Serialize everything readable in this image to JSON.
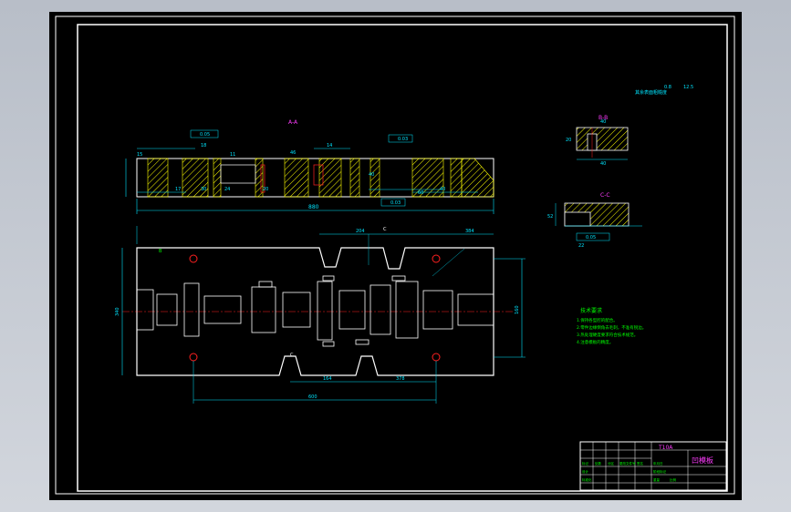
{
  "colors": {
    "background": "#000000",
    "frame": "#ffffff",
    "dimension": "#00e5ff",
    "hatch": "#ffff00",
    "notes": "#00ff00",
    "title_text": "#ff3cff",
    "center_line": "#ff2020"
  },
  "views": {
    "section_a": {
      "title": "A-A",
      "tolerances": [
        "0.05",
        "0.03",
        "0.03"
      ],
      "dims": [
        "15",
        "18",
        "11",
        "17",
        "46",
        "14",
        "30",
        "40",
        "24",
        "60",
        "20",
        "40"
      ],
      "overall_length": "880"
    },
    "section_b": {
      "title": "B-B",
      "dims": [
        "40",
        "20",
        "40"
      ]
    },
    "section_c": {
      "title": "C-C",
      "dims": [
        "52",
        "22",
        "0.05"
      ]
    },
    "plan_view": {
      "dims_top": [
        "204",
        "384"
      ],
      "dims_bottom": [
        "164",
        "378"
      ],
      "dim_overall": "600",
      "dim_right": "160",
      "dim_left": "340",
      "labels": [
        "C",
        "C",
        "B"
      ]
    }
  },
  "surface_note": {
    "text": "其余表面粗糙度",
    "value_1": "0.8",
    "value_2": "12.5"
  },
  "tech_req": {
    "title": "技术要求",
    "items": [
      "1.保持各型腔的配合。",
      "2.零件边缘倒角去毛刺，不准有锐边。",
      "3.热处理硬度要求符合技术规范。",
      "4.注意模板的精度。"
    ]
  },
  "title_block": {
    "code": "T10A",
    "name": "凹模板",
    "row_labels": [
      "标记",
      "处数",
      "分区",
      "更改文件号",
      "签名",
      "年月日"
    ],
    "sub_labels": [
      "设计",
      "标准化",
      "阶段标记",
      "重量",
      "比例"
    ]
  }
}
